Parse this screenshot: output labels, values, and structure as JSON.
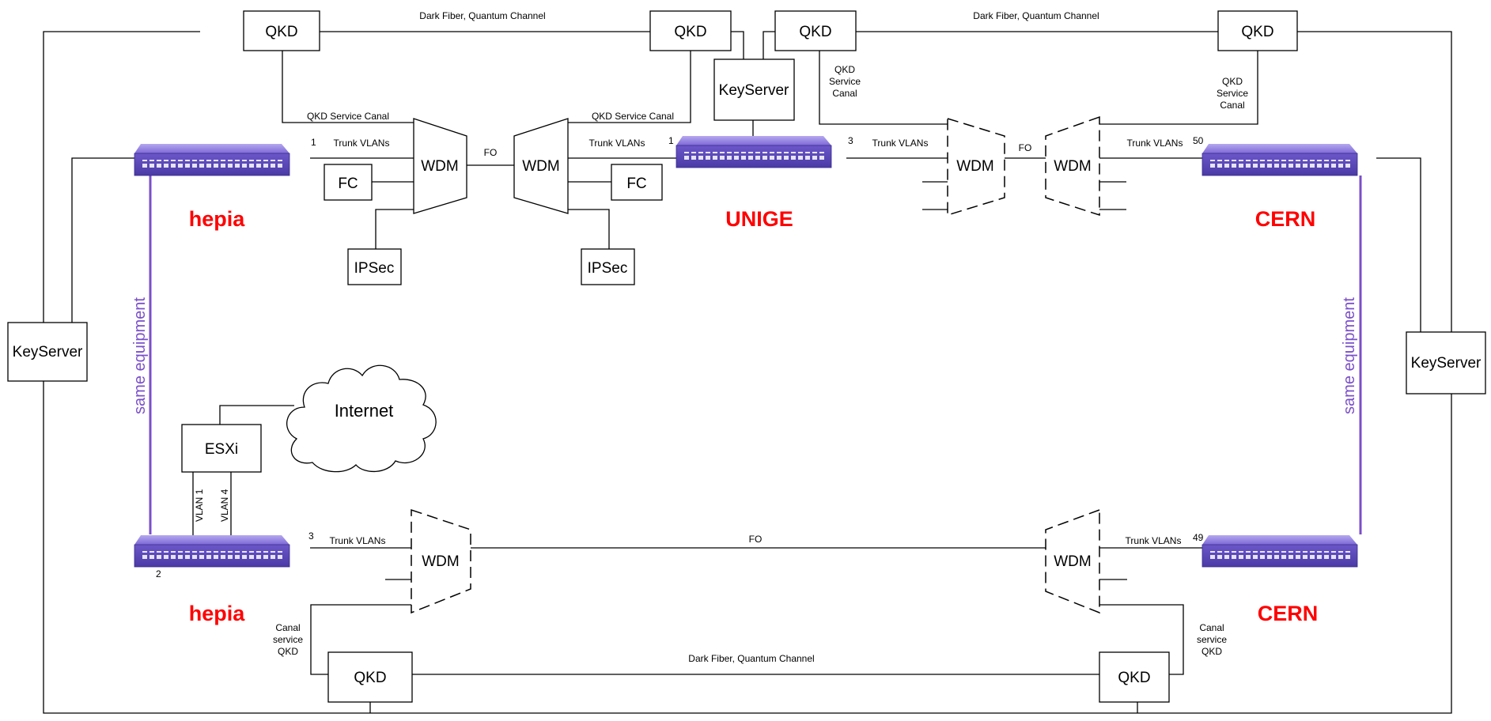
{
  "labels": {
    "qkd": "QKD",
    "wdm": "WDM",
    "fc": "FC",
    "ipsec": "IPSec",
    "keyserver": "KeyServer",
    "esxi": "ESXi",
    "internet": "Internet",
    "fo": "FO",
    "trunk_vlans": "Trunk VLANs",
    "dark_fiber": "Dark Fiber, Quantum Channel",
    "qkd_service_canal": "QKD Service Canal",
    "qkd_service_canal_lines": [
      "QKD",
      "Service",
      "Canal"
    ],
    "canal_service_qkd_lines": [
      "Canal",
      "service",
      "QKD"
    ],
    "vlan1": "VLAN 1",
    "vlan4": "VLAN 4",
    "same_equipment": "same equipment"
  },
  "sites": {
    "hepia": "hepia",
    "unige": "UNIGE",
    "cern": "CERN"
  },
  "ports": {
    "hepia_top": "1",
    "unige_left": "1",
    "unige_right": "3",
    "cern_top": "50",
    "hepia_bottom_right": "3",
    "hepia_bottom_left": "2",
    "cern_bottom": "49"
  },
  "colors": {
    "site_label": "#ff0000",
    "same_equipment": "#7a4fc9",
    "switch_body": "#6a54c4"
  }
}
